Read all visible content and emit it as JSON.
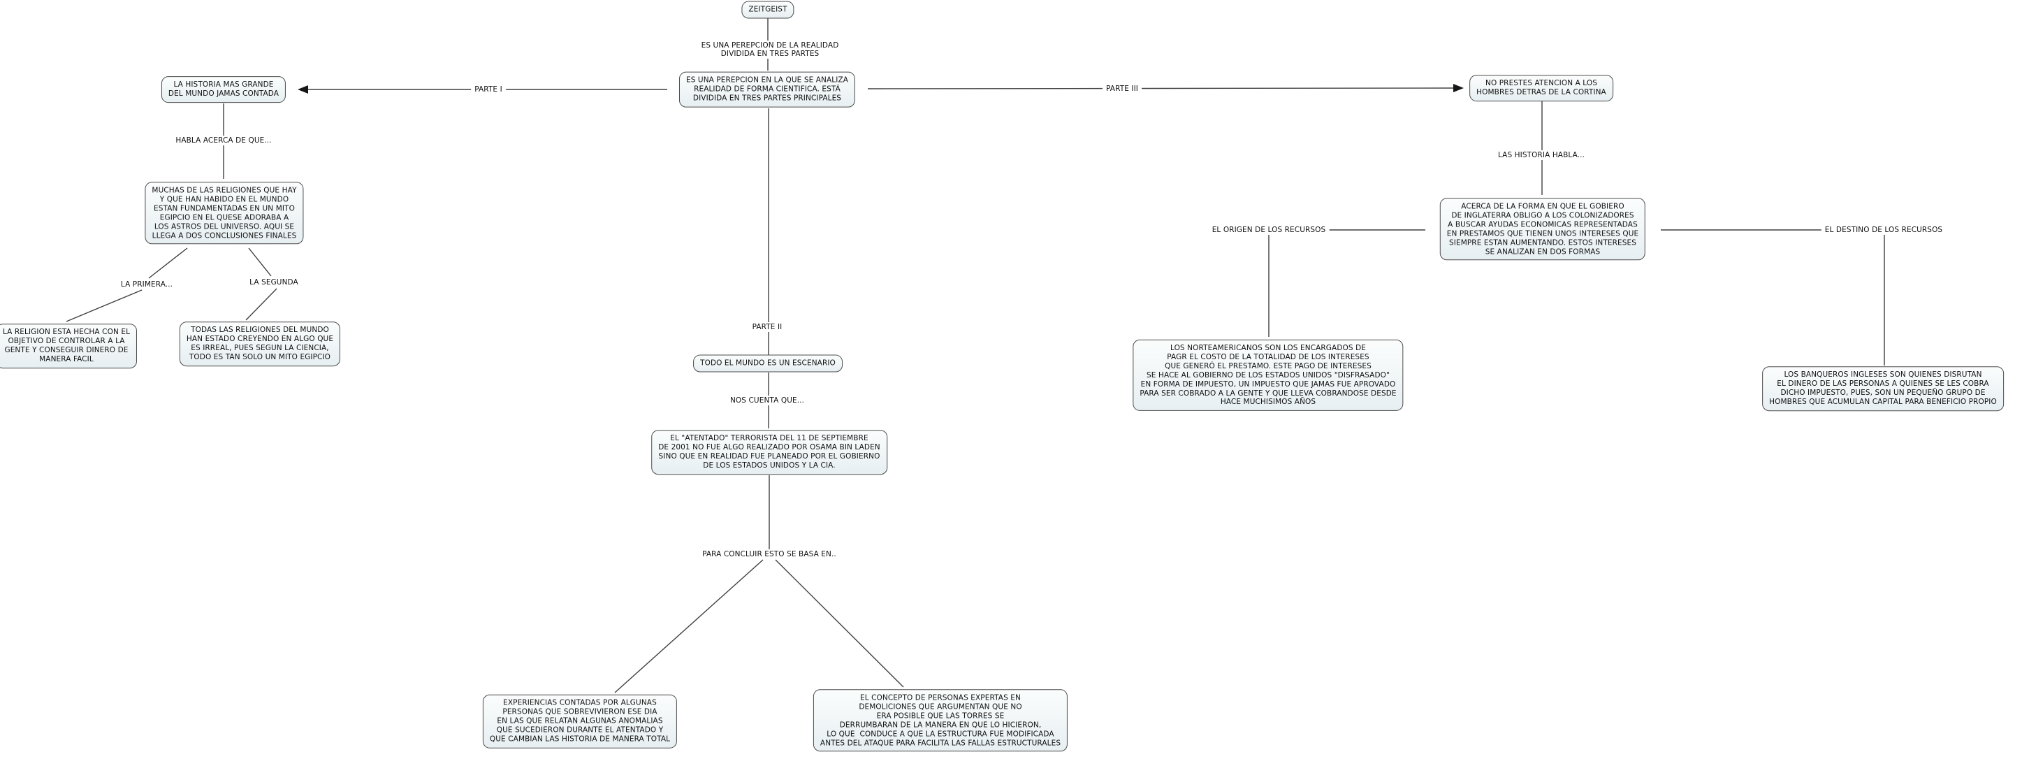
{
  "title": "ZEITGEIST",
  "colors": {
    "background": "#ffffff",
    "node_fill": "#e7eff2",
    "node_border": "#4b4b4b",
    "line": "#3f3f3f",
    "text": "#101010"
  },
  "nodes": {
    "zeitgeist": {
      "text": "ZEITGEIST"
    },
    "main": {
      "text": "ES UNA PEREPCION EN LA QUE SE ANALIZA\nREALIDAD DE FORMA CIENTIFICA. ESTÁ\nDIVIDIDA EN TRES PARTES PRINCIPALES"
    },
    "historia": {
      "text": "LA HISTORIA MAS GRANDE\nDEL MUNDO JAMAS CONTADA"
    },
    "religiones": {
      "text": "MUCHAS DE LAS RELIGIONES QUE HAY\nY QUE HAN HABIDO EN EL MUNDO\nESTAN FUNDAMENTADAS EN UN MITO\nEGIPCIO EN EL QUESE ADORABA A\nLOS ASTROS DEL UNIVERSO. AQUI SE\nLLEGA A DOS CONCLUSIONES FINALES"
    },
    "religion_control": {
      "text": "LA RELIGION ESTA HECHA CON EL\nOBJETIVO DE CONTROLAR A LA\nGENTE Y CONSEGUIR DINERO DE\nMANERA FACIL"
    },
    "religiones_irreal": {
      "text": "TODAS LAS RELIGIONES DEL MUNDO\nHAN ESTADO CREYENDO EN ALGO QUE\nES IRREAL, PUES SEGUN LA CIENCIA,\nTODO ES TAN SOLO UN MITO EGIPCIO"
    },
    "escenario": {
      "text": "TODO EL MUNDO ES UN ESCENARIO"
    },
    "atentado": {
      "text": "EL \"ATENTADO\" TERRORISTA DEL 11 DE SEPTIEMBRE\nDE 2001 NO FUE ALGO REALIZADO POR OSAMA BIN LADEN\nSINO QUE EN REALIDAD FUE PLANEADO POR EL GOBIERNO\nDE LOS ESTADOS UNIDOS Y LA CIA."
    },
    "experiencias": {
      "text": "EXPERIENCIAS CONTADAS POR ALGUNAS\nPERSONAS QUE SOBREVIVIERON ESE DIA\nEN LAS QUE RELATAN ALGUNAS ANOMALIAS\nQUE SUCEDIERON DURANTE EL ATENTADO Y\nQUE CAMBIAN LAS HISTORIA DE MANERA TOTAL"
    },
    "demoliciones": {
      "text": "EL CONCEPTO DE PERSONAS EXPERTAS EN\nDEMOLICIONES QUE ARGUMENTAN QUE NO\nERA POSIBLE QUE LAS TORRES SE\nDERRUMBARAN DE LA MANERA EN QUE LO HICIERON,\nLO QUE  CONDUCE A QUE LA ESTRUCTURA FUE MODIFICADA\nANTES DEL ATAQUE PARA FACILITA LAS FALLAS ESTRUCTURALES"
    },
    "cortina": {
      "text": "NO PRESTES ATENCION A LOS\nHOMBRES DETRAS DE LA CORTINA"
    },
    "acerca": {
      "text": "ACERCA DE LA FORMA EN QUE EL GOBIERO\nDE INGLATERRA OBLIGO A LOS COLONIZADORES\nA BUSCAR AYUDAS ECONOMICAS REPRESENTADAS\nEN PRESTAMOS QUE TIENEN UNOS INTERESES QUE\nSIEMPRE ESTAN AUMENTANDO. ESTOS INTERESES\nSE ANALIZAN EN DOS FORMAS"
    },
    "norteamericanos": {
      "text": "LOS NORTEAMERICANOS SON LOS ENCARGADOS DE\nPAGR EL COSTO DE LA TOTALIDAD DE LOS INTERESES\nQUE GENERÓ EL PRESTAMO. ESTE PAGO DE INTERESES\nSE HACE AL GOBIERNO DE LOS ESTADOS UNIDOS \"DISFRASADO\"\nEN FORMA DE IMPUESTO, UN IMPUESTO QUE JAMAS FUE APROVADO\nPARA SER COBRADO A LA GENTE Y QUE LLEVA COBRANDOSE DESDE\nHACE MUCHISIMOS AÑOS"
    },
    "banqueros": {
      "text": "LOS BANQUEROS INGLESES SON QUIENES DISRUTAN\nEL DINERO DE LAS PERSONAS A QUIENES SE LES COBRA\nDICHO IMPUESTO, PUES, SON UN PEQUEÑO GRUPO DE\nHOMBRES QUE ACUMULAN CAPITAL PARA BENEFICIO PROPIO"
    }
  },
  "links": {
    "perception": {
      "text": "ES UNA PEREPCION DE LA REALIDAD\nDIVIDIDA EN TRES PARTES"
    },
    "parte_i": {
      "text": "PARTE I"
    },
    "parte_ii": {
      "text": "PARTE II"
    },
    "parte_iii": {
      "text": "PARTE III"
    },
    "habla_acerca": {
      "text": "HABLA ACERCA DE QUE..."
    },
    "la_primera": {
      "text": "LA PRIMERA..."
    },
    "la_segunda": {
      "text": "LA SEGUNDA"
    },
    "nos_cuenta": {
      "text": "NOS CUENTA QUE..."
    },
    "para_concluir": {
      "text": "PARA CONCLUIR ESTO SE BASA EN.."
    },
    "las_historia": {
      "text": "LAS HISTORIA HABLA..."
    },
    "origen": {
      "text": "EL ORIGEN DE LOS RECURSOS"
    },
    "destino": {
      "text": "EL DESTINO DE LOS RECURSOS"
    }
  }
}
